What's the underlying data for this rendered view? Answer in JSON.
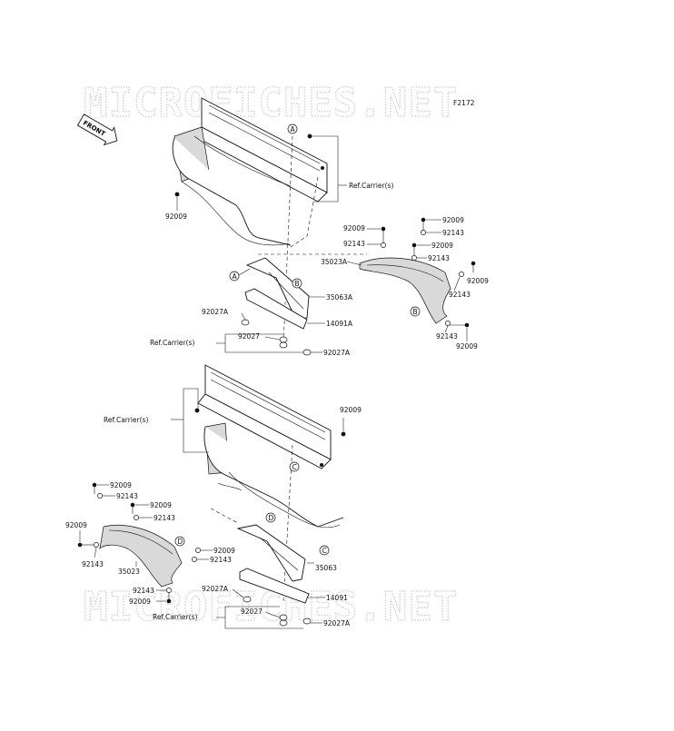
{
  "figure_code": "F2172",
  "watermark": "MICROFICHES.NET",
  "front_label": "FRONT",
  "parts": {
    "p92009": "92009",
    "p92143": "92143",
    "p92027A": "92027A",
    "p92027": "92027",
    "p35023A": "35023A",
    "p35023": "35023",
    "p35063A": "35063A",
    "p35063": "35063",
    "p14091A": "14091A",
    "p14091": "14091",
    "ref_carrier": "Ref.Carrier(s)"
  },
  "callouts": {
    "A": "A",
    "B": "B",
    "C": "C",
    "D": "D"
  }
}
